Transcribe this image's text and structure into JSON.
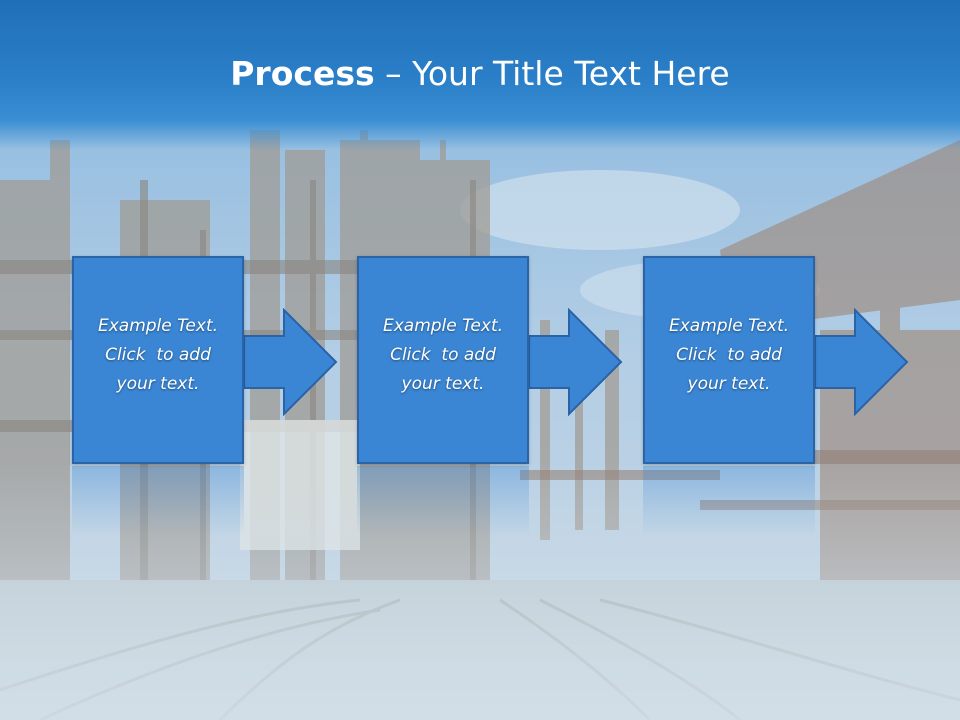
{
  "slide": {
    "title_bold": "Process",
    "title_rest": " – Your Title Text Here",
    "steps": [
      {
        "line1": "Example Text.",
        "line2": "Click  to add",
        "line3": "your text."
      },
      {
        "line1": "Example Text.",
        "line2": "Click  to add",
        "line3": "your text."
      },
      {
        "line1": "Example Text.",
        "line2": "Click  to add",
        "line3": "your text."
      }
    ]
  },
  "colors": {
    "title_bar": "#2b80c9",
    "step_fill": "#3a86d4",
    "step_border": "#2a63a6"
  }
}
